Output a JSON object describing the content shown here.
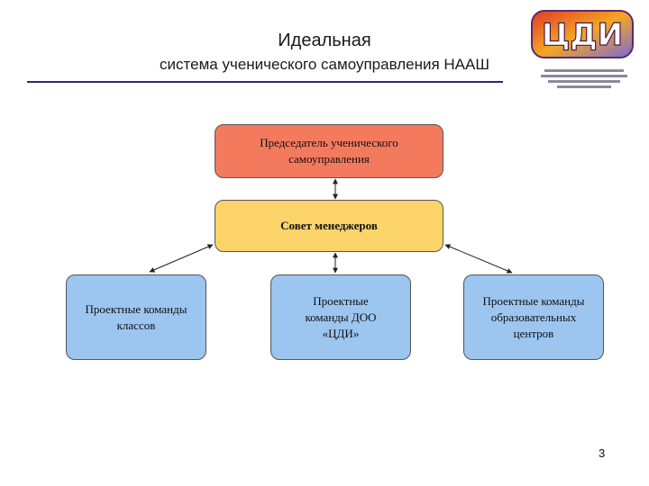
{
  "header": {
    "title_line1": "Идеальная",
    "title_line2": "система ученического самоуправления НААШ"
  },
  "logo": {
    "text": "ЦДИ"
  },
  "diagram": {
    "top_box": "Председатель ученического самоуправления",
    "middle_box": "Совет менеджеров",
    "bottom_boxes": [
      "Проектные команды классов",
      "Проектные команды ДОО «ЦДИ»",
      "Проектные команды образовательных центров"
    ]
  },
  "colors": {
    "top_box": "#f47a5e",
    "middle_box": "#fcd46a",
    "bottom_boxes": "#9cc5f0"
  },
  "page_number": "3"
}
